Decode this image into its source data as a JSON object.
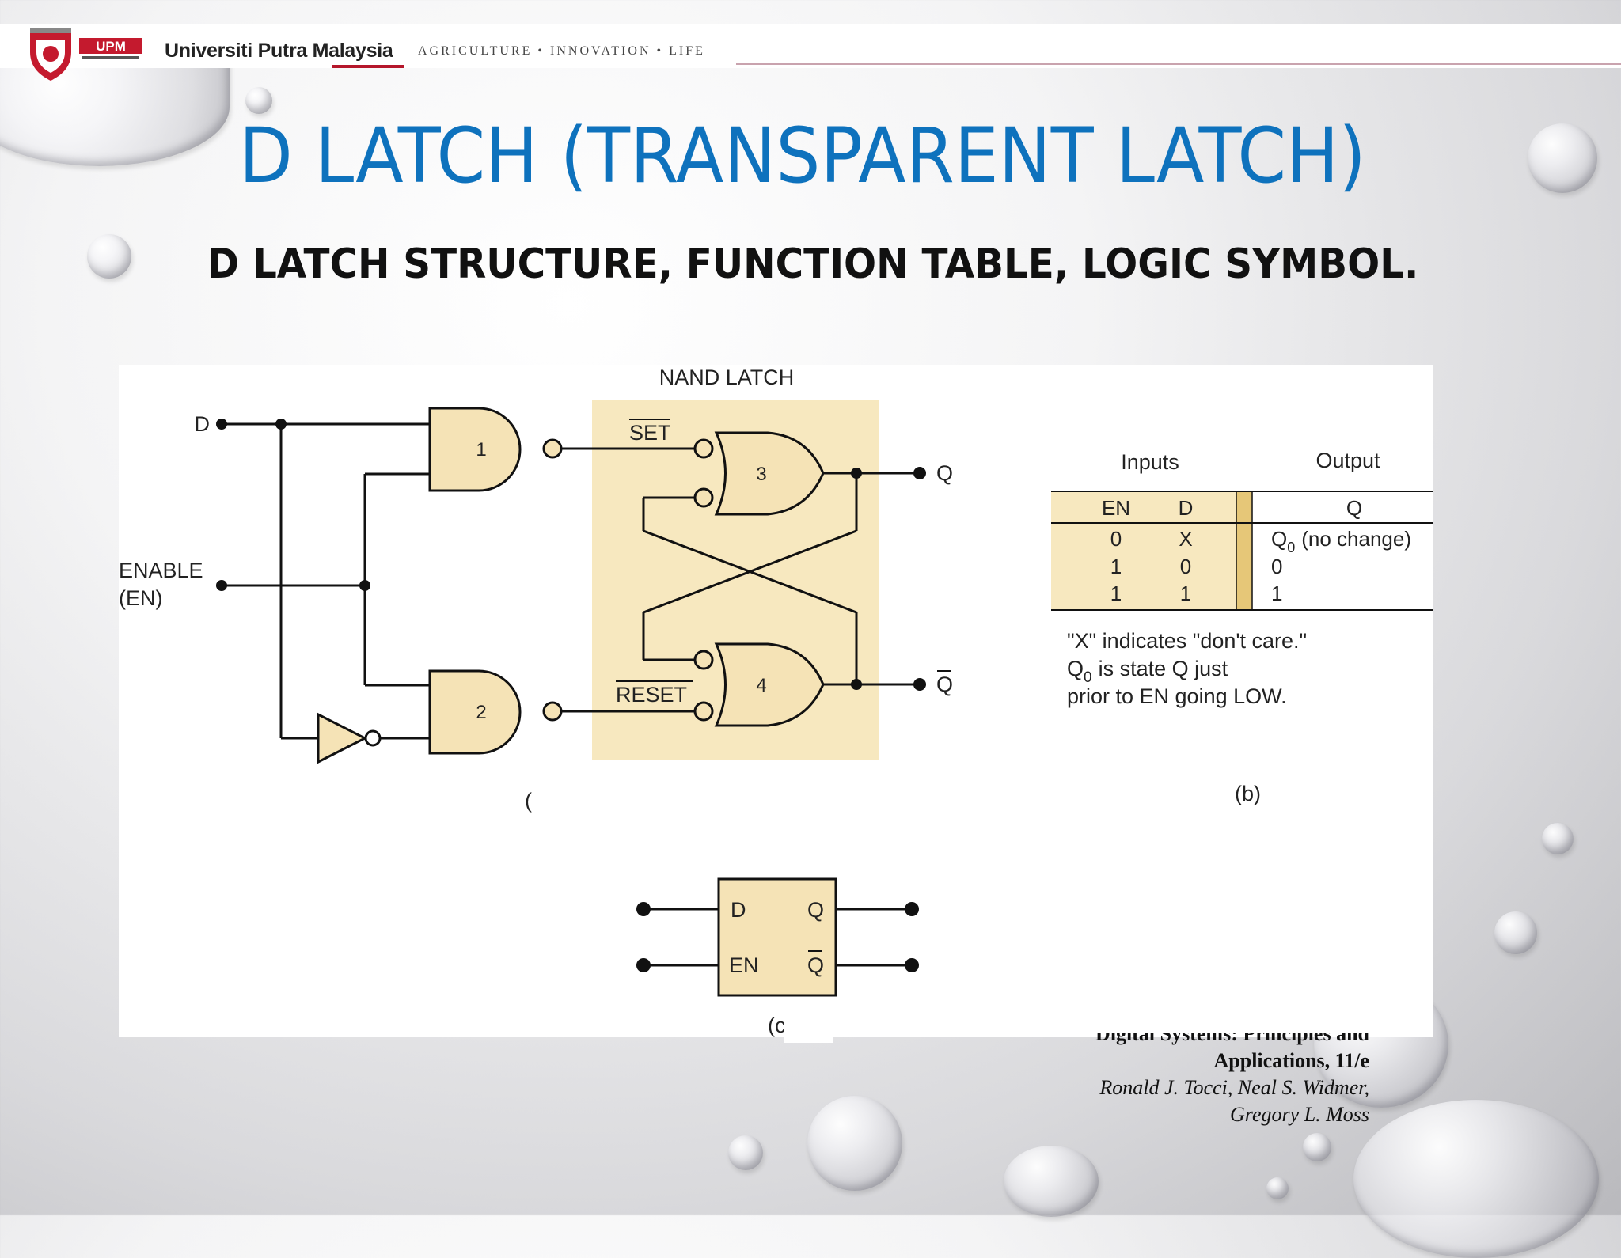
{
  "header": {
    "university_name": "Universiti Putra Malaysia",
    "motto": "AGRICULTURE • INNOVATION • LIFE",
    "logo_text": "UPM"
  },
  "slide": {
    "title": "D LATCH (TRANSPARENT LATCH)",
    "subtitle": "D LATCH STRUCTURE, FUNCTION TABLE, LOGIC SYMBOL."
  },
  "diagram": {
    "nand_latch_label": "NAND LATCH",
    "input_d": "D",
    "input_enable": "ENABLE",
    "input_en": "(EN)",
    "set_label": "SET",
    "reset_label": "RESET",
    "gate_1": "1",
    "gate_2": "2",
    "gate_3": "3",
    "gate_4": "4",
    "output_q": "Q",
    "output_qbar": "Q",
    "caption_a": "(",
    "caption_b": "(b)",
    "caption_c": "(c"
  },
  "function_table": {
    "group_inputs": "Inputs",
    "group_output": "Output",
    "headers": [
      "EN",
      "D",
      "Q"
    ],
    "rows": [
      [
        "0",
        "X",
        "Q",
        "0",
        "(no change)"
      ],
      [
        "1",
        "0",
        "0"
      ],
      [
        "1",
        "1",
        "1"
      ]
    ],
    "note_line1": "\"X\" indicates \"don't care.\"",
    "note_line2_q": "Q",
    "note_line2_sub": "0",
    "note_line2_rest": "is state Q just",
    "note_line3": "prior to EN going LOW."
  },
  "logic_symbol": {
    "pin_d": "D",
    "pin_en": "EN",
    "pin_q": "Q",
    "pin_qbar": "Q"
  },
  "citation": {
    "line1": "Digital Systems: Principles and",
    "line2": "Applications, 11/e",
    "line3": "Ronald J. Tocci, Neal S. Widmer,",
    "line4": "Gregory L. Moss"
  },
  "colors": {
    "title": "#0e72bd",
    "gate_fill": "#f5e3b6",
    "latch_bg": "#f7e8bf",
    "table_bar": "#e6c778"
  }
}
